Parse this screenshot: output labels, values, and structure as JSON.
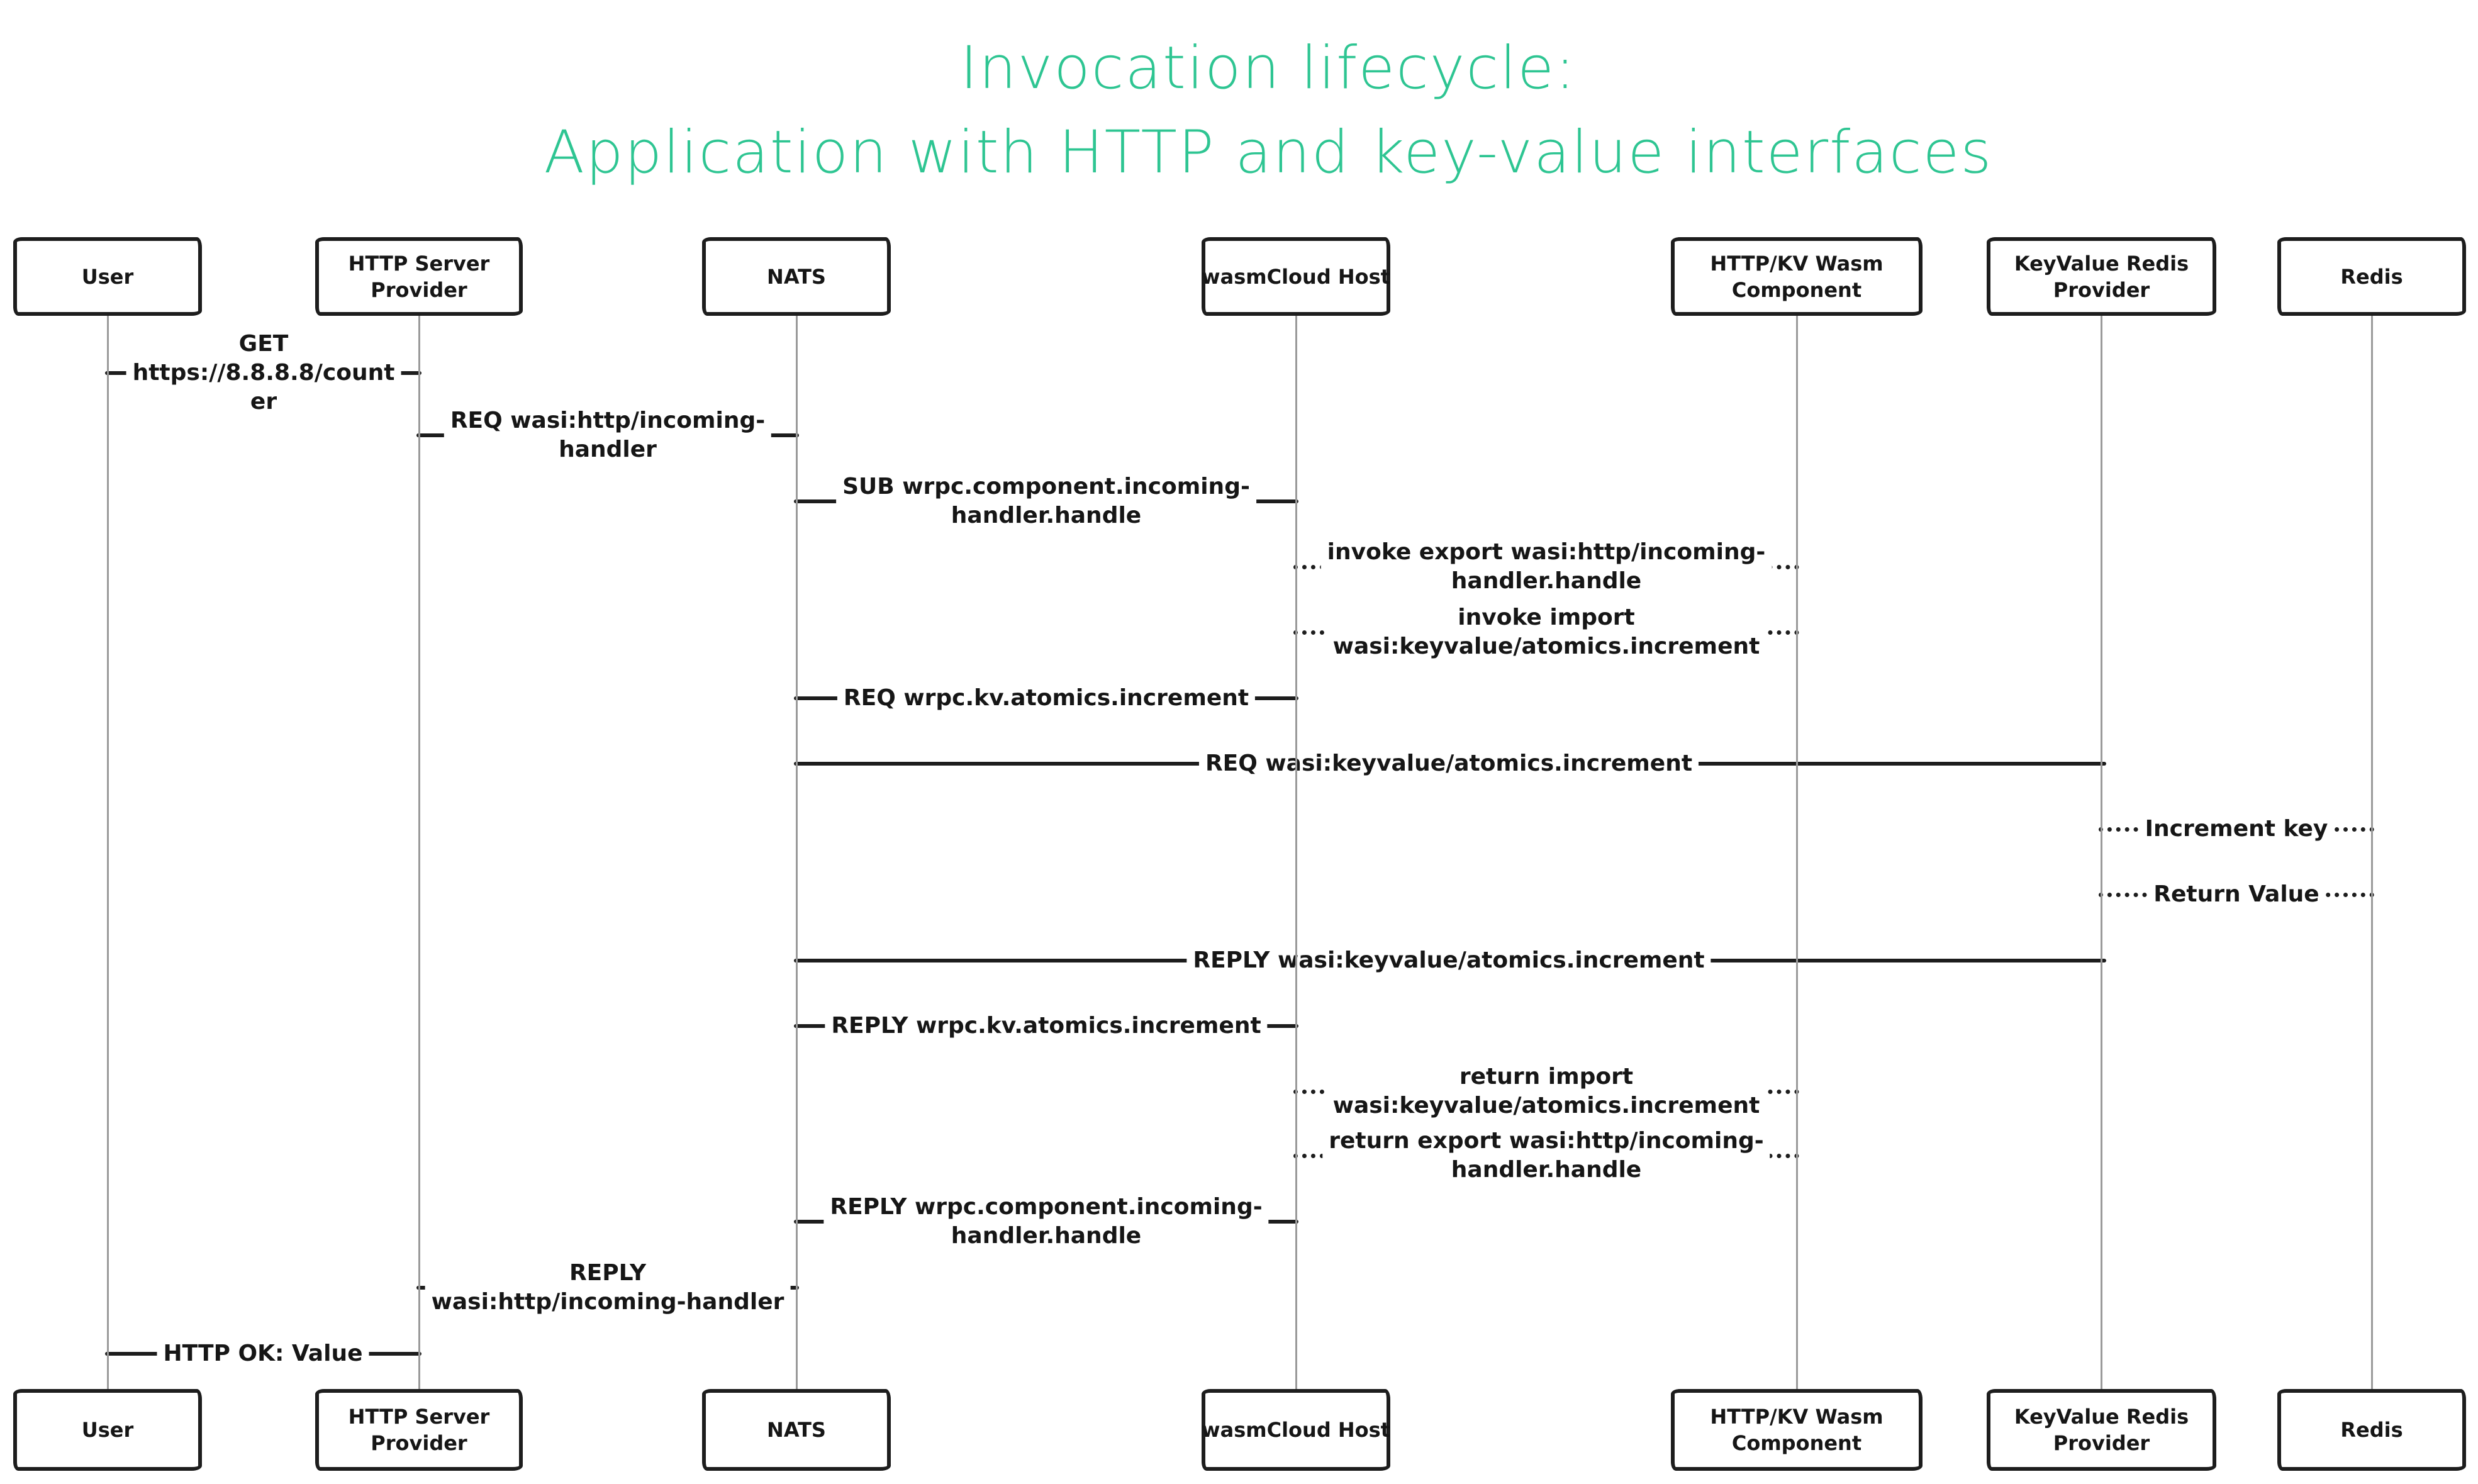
{
  "title": {
    "lines": [
      "Invocation lifecycle:",
      "Application with HTTP and key-value interfaces"
    ],
    "color": "#2ec592"
  },
  "colors": {
    "ink": "#1d1d1d",
    "lifeline": "#9a9a9a",
    "background": "#ffffff",
    "title_accent": "#2ec592"
  },
  "participants": [
    {
      "name": "User",
      "lines": [
        "User"
      ]
    },
    {
      "name": "HTTP Server Provider",
      "lines": [
        "HTTP Server",
        "Provider"
      ]
    },
    {
      "name": "NATS",
      "lines": [
        "NATS"
      ]
    },
    {
      "name": "wasmCloud Host",
      "lines": [
        "wasmCloud Host"
      ]
    },
    {
      "name": "HTTP/KV Wasm Component",
      "lines": [
        "HTTP/KV Wasm",
        "Component"
      ]
    },
    {
      "name": "KeyValue Redis Provider",
      "lines": [
        "KeyValue Redis",
        "Provider"
      ]
    },
    {
      "name": "Redis",
      "lines": [
        "Redis"
      ]
    }
  ],
  "messages": [
    {
      "from": "User",
      "to": "HTTP Server Provider",
      "style": "solid",
      "label": "GET https://8.8.8.8/counter",
      "lines": [
        "GET",
        "https://8.8.8.8/count",
        "er"
      ]
    },
    {
      "from": "HTTP Server Provider",
      "to": "NATS",
      "style": "solid",
      "label": "REQ wasi:http/incoming-handler",
      "lines": [
        "REQ wasi:http/incoming-",
        "handler"
      ]
    },
    {
      "from": "NATS",
      "to": "wasmCloud Host",
      "style": "solid",
      "label": "SUB wrpc.component.incoming-handler.handle",
      "lines": [
        "SUB wrpc.component.incoming-",
        "handler.handle"
      ]
    },
    {
      "from": "wasmCloud Host",
      "to": "HTTP/KV Wasm Component",
      "style": "dotted",
      "label": "invoke export wasi:http/incoming-handler.handle",
      "lines": [
        "invoke export wasi:http/incoming-",
        "handler.handle"
      ]
    },
    {
      "from": "HTTP/KV Wasm Component",
      "to": "wasmCloud Host",
      "style": "dotted",
      "label": "invoke import wasi:keyvalue/atomics.increment",
      "lines": [
        "invoke import",
        "wasi:keyvalue/atomics.increment"
      ]
    },
    {
      "from": "wasmCloud Host",
      "to": "NATS",
      "style": "solid",
      "label": "REQ wrpc.kv.atomics.increment",
      "lines": [
        "REQ wrpc.kv.atomics.increment"
      ]
    },
    {
      "from": "NATS",
      "to": "KeyValue Redis Provider",
      "style": "solid",
      "label": "REQ wasi:keyvalue/atomics.increment",
      "lines": [
        "REQ wasi:keyvalue/atomics.increment"
      ]
    },
    {
      "from": "KeyValue Redis Provider",
      "to": "Redis",
      "style": "dotted",
      "label": "Increment key",
      "lines": [
        "Increment key"
      ]
    },
    {
      "from": "Redis",
      "to": "KeyValue Redis Provider",
      "style": "dotted",
      "label": "Return Value",
      "lines": [
        "Return Value"
      ]
    },
    {
      "from": "KeyValue Redis Provider",
      "to": "NATS",
      "style": "solid",
      "label": "REPLY wasi:keyvalue/atomics.increment",
      "lines": [
        "REPLY wasi:keyvalue/atomics.increment"
      ]
    },
    {
      "from": "NATS",
      "to": "wasmCloud Host",
      "style": "solid",
      "label": "REPLY wrpc.kv.atomics.increment",
      "lines": [
        "REPLY wrpc.kv.atomics.increment"
      ]
    },
    {
      "from": "wasmCloud Host",
      "to": "HTTP/KV Wasm Component",
      "style": "dotted",
      "label": "return import wasi:keyvalue/atomics.increment",
      "lines": [
        "return import",
        "wasi:keyvalue/atomics.increment"
      ]
    },
    {
      "from": "HTTP/KV Wasm Component",
      "to": "wasmCloud Host",
      "style": "dotted",
      "label": "return export wasi:http/incoming-handler.handle",
      "lines": [
        "return export wasi:http/incoming-",
        "handler.handle"
      ]
    },
    {
      "from": "wasmCloud Host",
      "to": "NATS",
      "style": "solid",
      "label": "REPLY wrpc.component.incoming-handler.handle",
      "lines": [
        "REPLY wrpc.component.incoming-",
        "handler.handle"
      ]
    },
    {
      "from": "NATS",
      "to": "HTTP Server Provider",
      "style": "solid",
      "label": "REPLY wasi:http/incoming-handler",
      "lines": [
        "REPLY",
        "wasi:http/incoming-handler"
      ]
    },
    {
      "from": "HTTP Server Provider",
      "to": "User",
      "style": "solid",
      "label": "HTTP OK: Value",
      "lines": [
        "HTTP OK: Value"
      ]
    }
  ]
}
